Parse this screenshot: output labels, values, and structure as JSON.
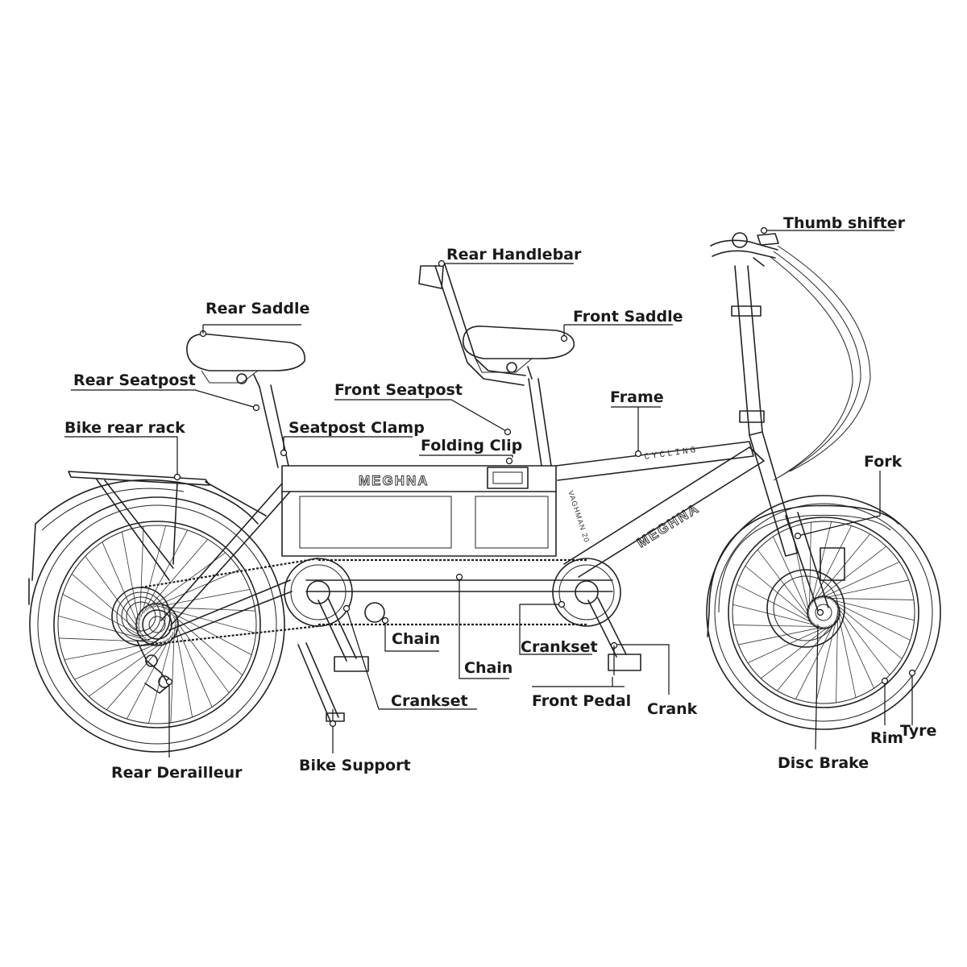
{
  "logo": {
    "brand_name": "MEGHNA",
    "frame_text": "CYCLING",
    "tube_text": "VAGHMAN 20"
  },
  "labels": {
    "thumb_shifter": "Thumb shifter",
    "rear_handlebar": "Rear  Handlebar",
    "rear_saddle": "Rear Saddle",
    "front_saddle": "Front Saddle",
    "rear_seatpost": "Rear Seatpost",
    "front_seatpost": "Front Seatpost",
    "frame": "Frame",
    "bike_rear_rack": "Bike rear rack",
    "seatpost_clamp": "Seatpost Clamp",
    "folding_clip": "Folding Clip",
    "fork": "Fork",
    "chain_1": "Chain",
    "chain_2": "Chain",
    "crankset_front": "Crankset",
    "crankset_rear": "Crankset",
    "front_pedal": "Front Pedal",
    "crank": "Crank",
    "rear_derailleur": "Rear Derailleur",
    "bike_support": "Bike Support",
    "disc_brake": "Disc Brake",
    "rim": "Rim",
    "tyre": "Tyre"
  }
}
